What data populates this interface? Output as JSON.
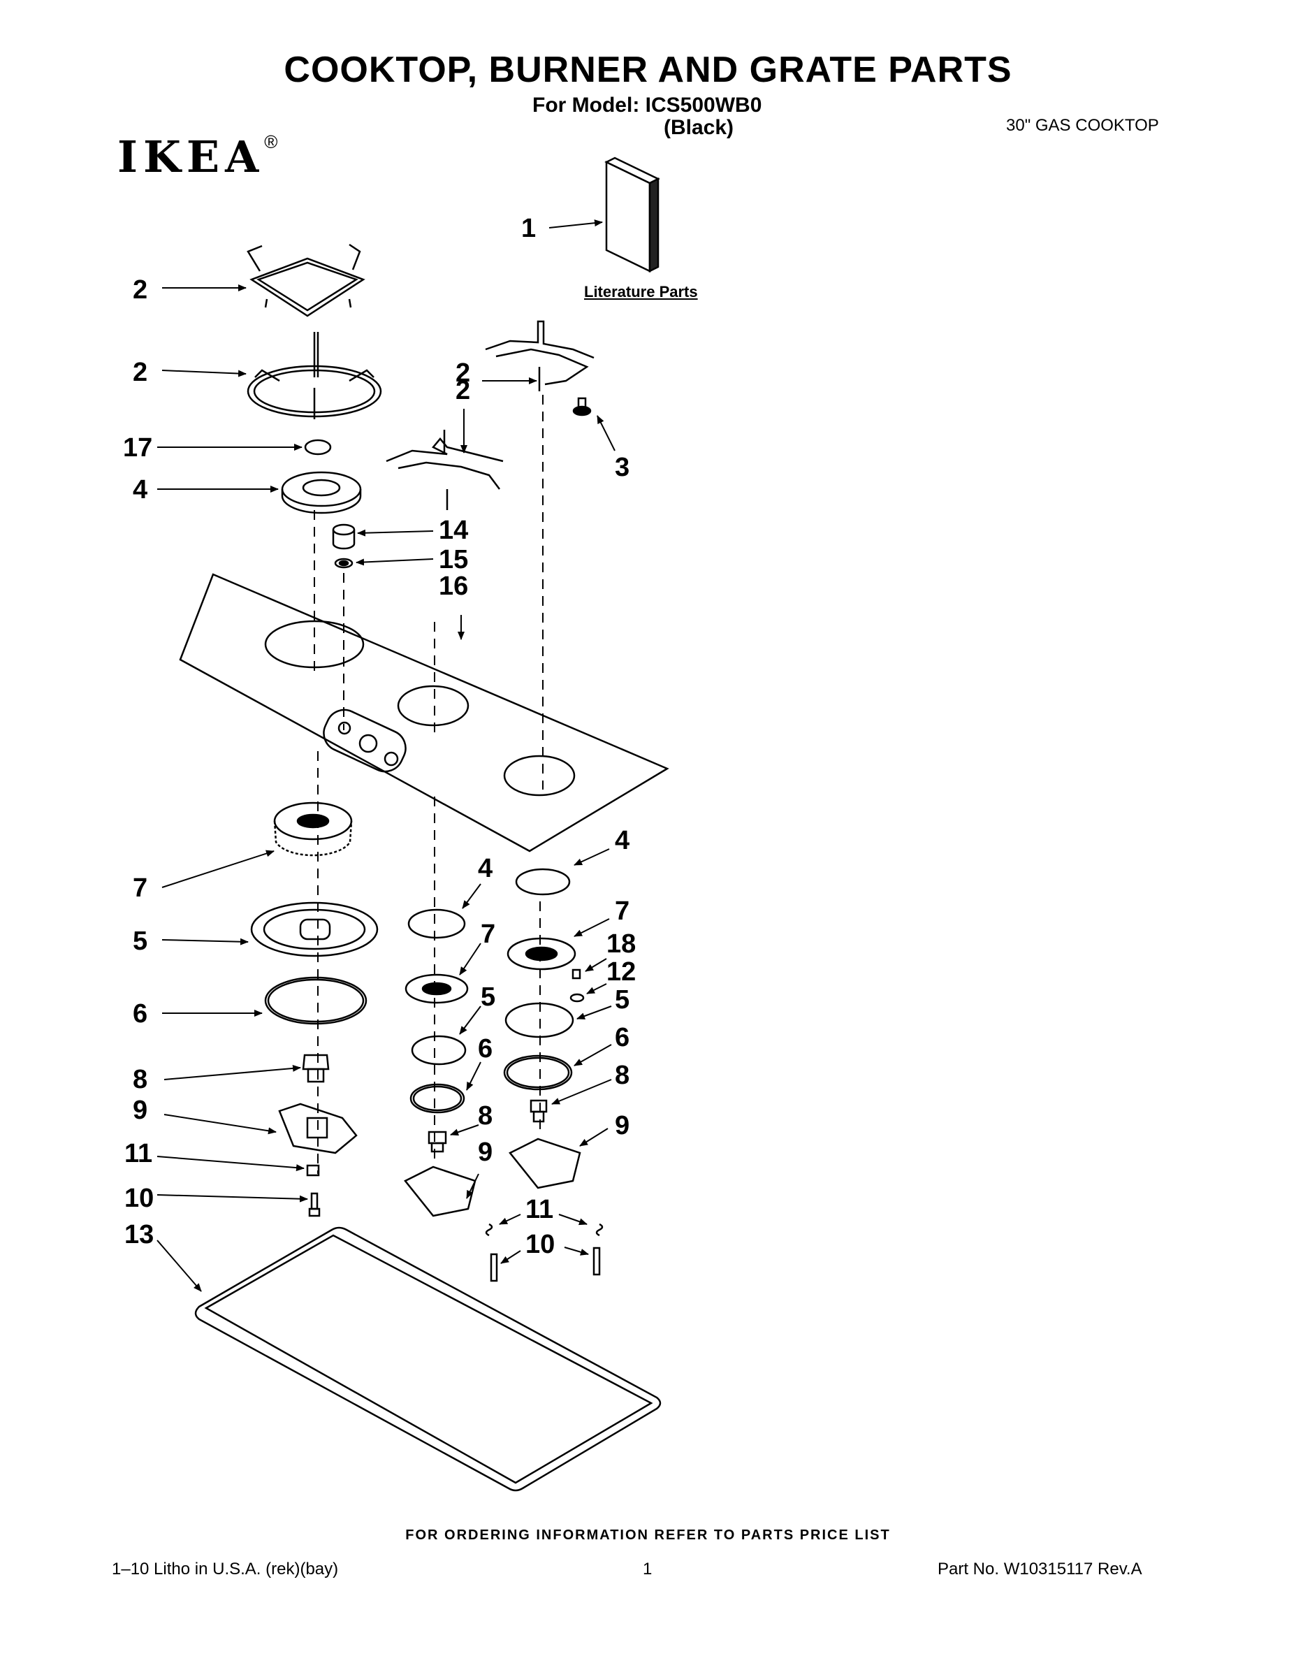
{
  "header": {
    "title": "COOKTOP, BURNER AND GRATE PARTS",
    "model_line": "For Model: ICS500WB0",
    "color_line": "(Black)",
    "product_type": "30\" GAS COOKTOP",
    "brand": "IKEA",
    "registered_mark": "®"
  },
  "literature": {
    "label": "Literature Parts"
  },
  "callouts": {
    "c1": "1",
    "c2a": "2",
    "c2b": "2",
    "c2c": "2",
    "c2d": "2",
    "c3": "3",
    "c17": "17",
    "c4a": "4",
    "c14": "14",
    "c15": "15",
    "c16": "16",
    "c7a": "7",
    "c5a": "5",
    "c6a": "6",
    "c8a": "8",
    "c9a": "9",
    "c11a": "11",
    "c10a": "10",
    "c13": "13",
    "c4b": "4",
    "c7b": "7",
    "c5b": "5",
    "c6b": "6",
    "c8b": "8",
    "c9b": "9",
    "c4c": "4",
    "c7c": "7",
    "c18": "18",
    "c12": "12",
    "c5c": "5",
    "c6c": "6",
    "c8c": "8",
    "c9c": "9",
    "c11b": "11",
    "c10b": "10"
  },
  "footer": {
    "ordering_note": "FOR ORDERING INFORMATION REFER TO PARTS PRICE LIST",
    "litho": "1–10 Litho in U.S.A. (rek)(bay)",
    "page": "1",
    "part_no": "Part No. W10315117 Rev.A"
  }
}
